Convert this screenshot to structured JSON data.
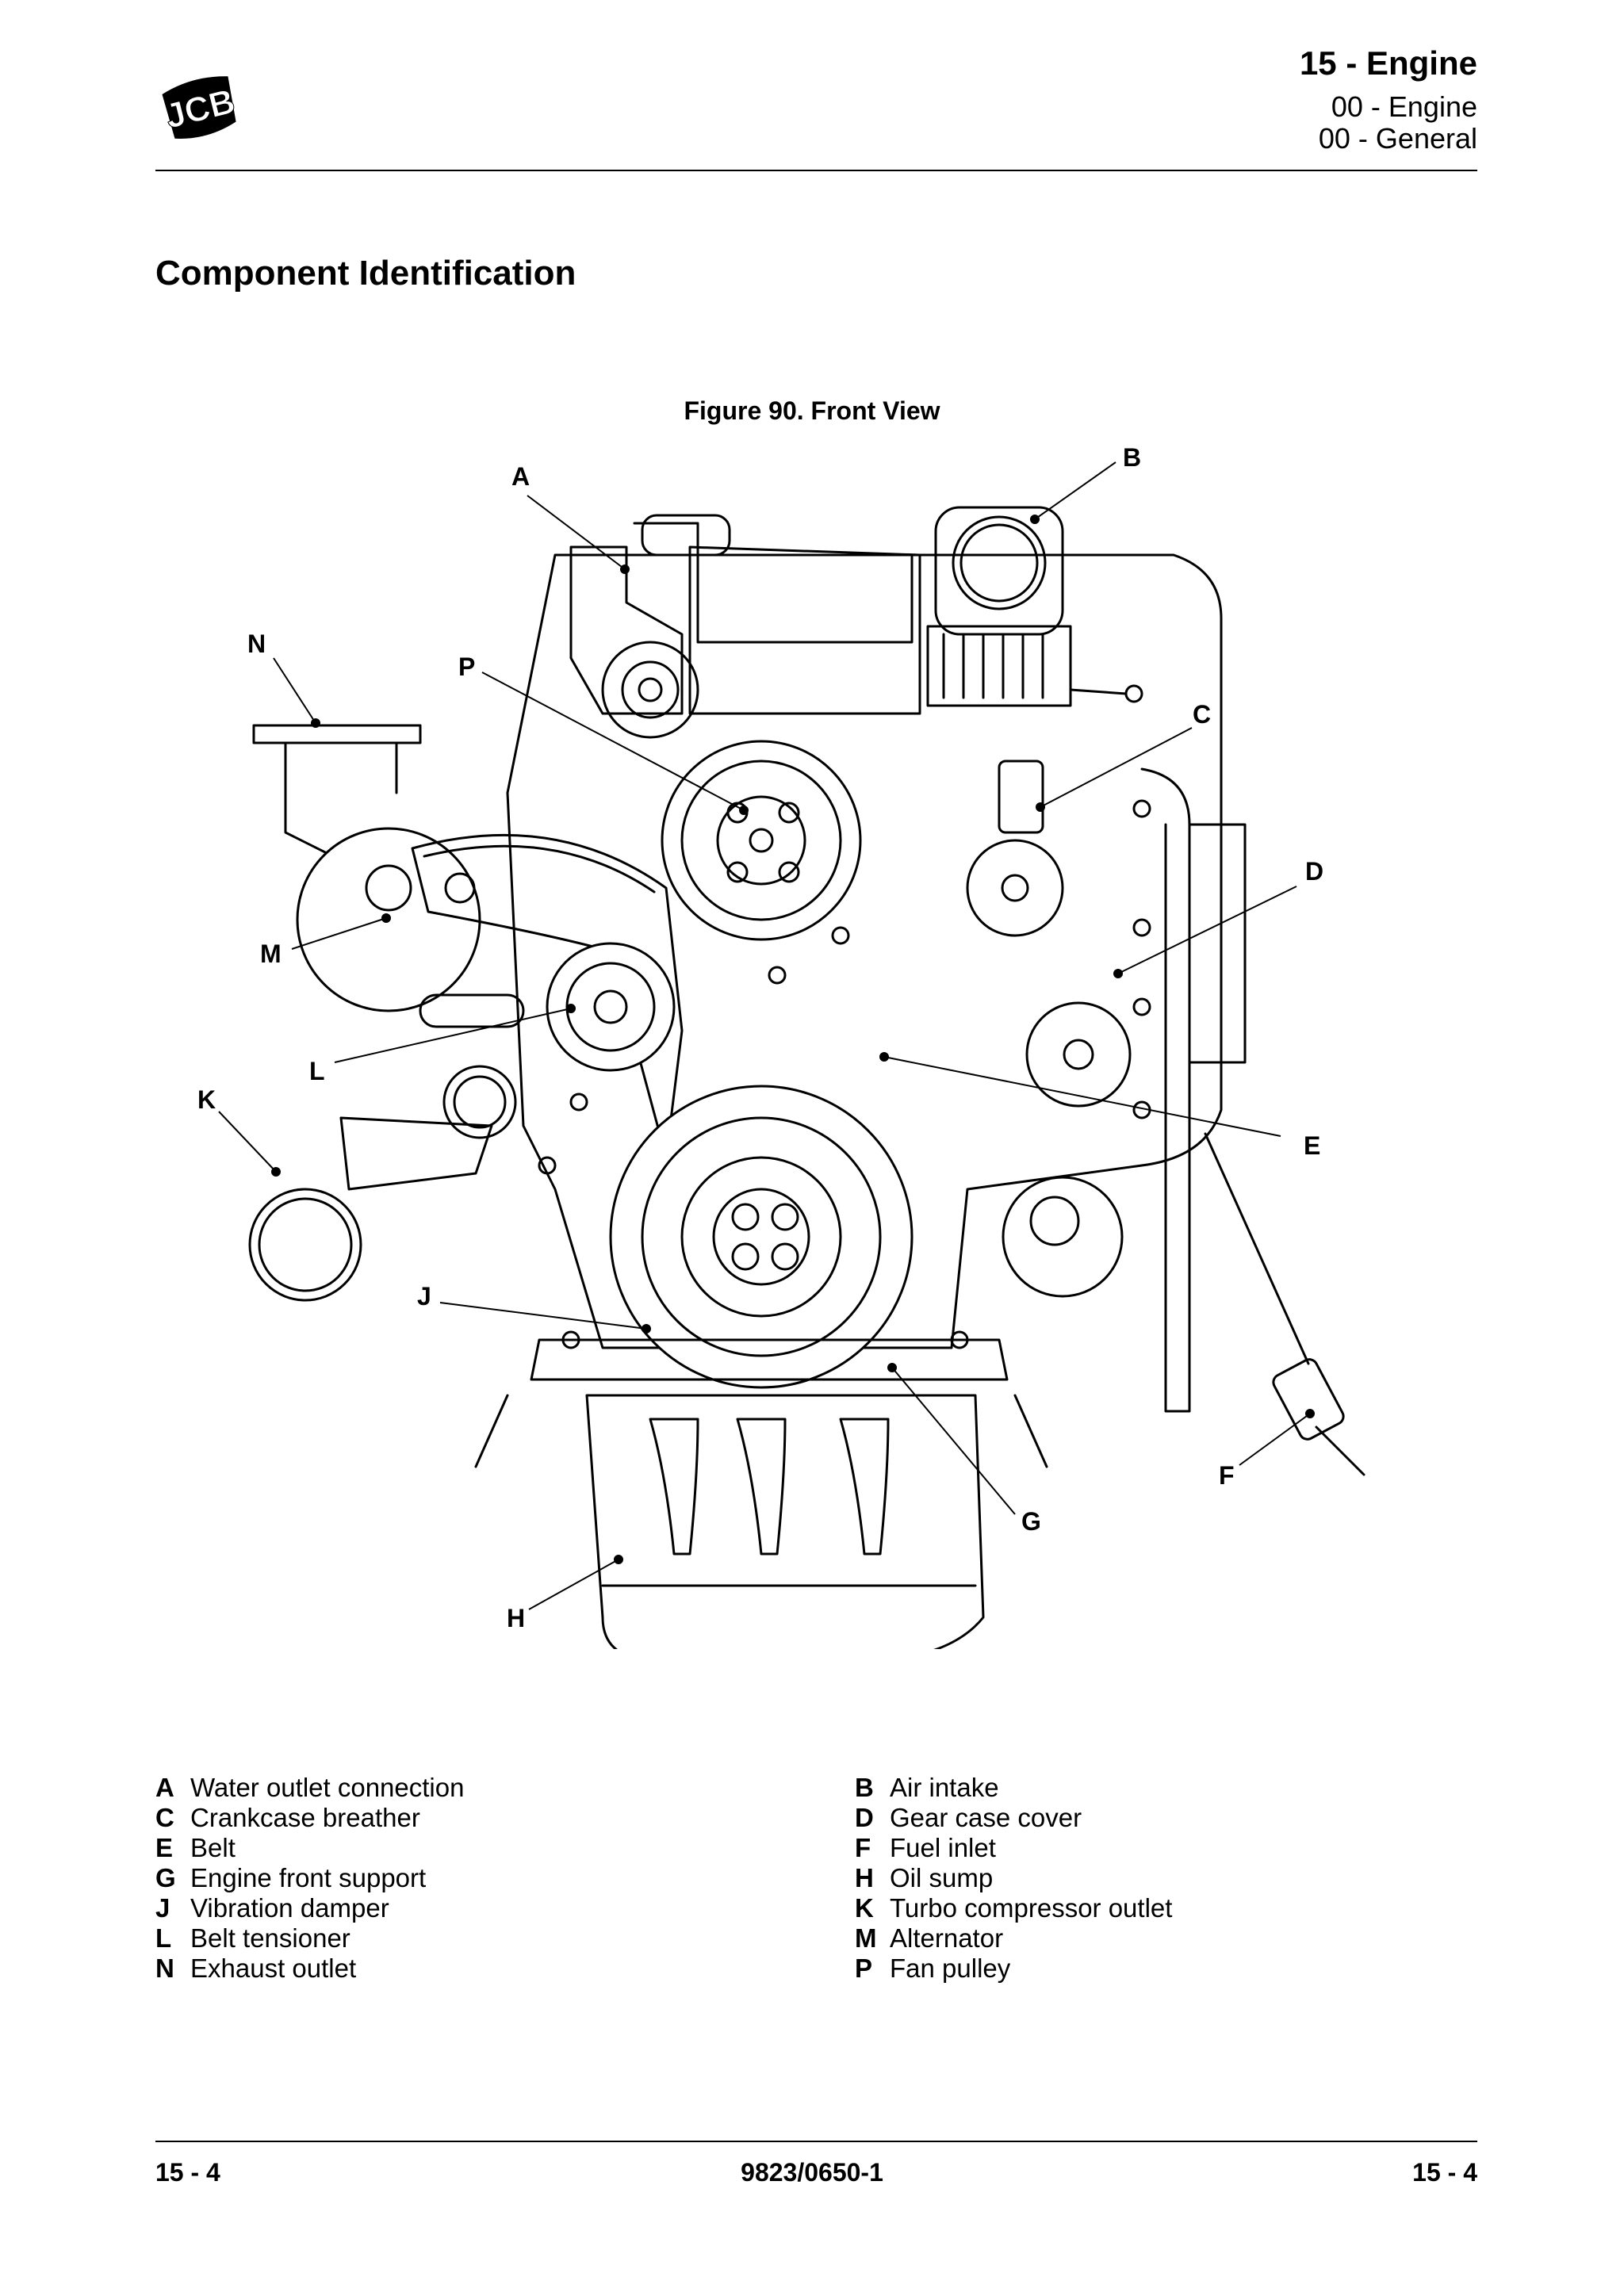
{
  "logo": {
    "text": "JCB"
  },
  "header": {
    "section": "15 - Engine",
    "subsection": "00 - Engine",
    "topic": "00 - General"
  },
  "page_title": "Component Identification",
  "figure": {
    "caption": "Figure 90. Front View",
    "callouts": [
      "A",
      "B",
      "C",
      "D",
      "E",
      "F",
      "G",
      "H",
      "J",
      "K",
      "L",
      "M",
      "N",
      "P"
    ]
  },
  "legend": {
    "left": [
      {
        "key": "A",
        "label": "Water outlet connection"
      },
      {
        "key": "C",
        "label": "Crankcase breather"
      },
      {
        "key": "E",
        "label": "Belt"
      },
      {
        "key": "G",
        "label": "Engine front support"
      },
      {
        "key": "J",
        "label": "Vibration damper"
      },
      {
        "key": "L",
        "label": "Belt tensioner"
      },
      {
        "key": "N",
        "label": "Exhaust outlet"
      }
    ],
    "right": [
      {
        "key": "B",
        "label": "Air intake"
      },
      {
        "key": "D",
        "label": "Gear case cover"
      },
      {
        "key": "F",
        "label": "Fuel inlet"
      },
      {
        "key": "H",
        "label": "Oil sump"
      },
      {
        "key": "K",
        "label": "Turbo compressor outlet"
      },
      {
        "key": "M",
        "label": "Alternator"
      },
      {
        "key": "P",
        "label": "Fan pulley"
      }
    ]
  },
  "footer": {
    "left": "15 - 4",
    "center": "9823/0650-1",
    "right": "15 - 4"
  }
}
